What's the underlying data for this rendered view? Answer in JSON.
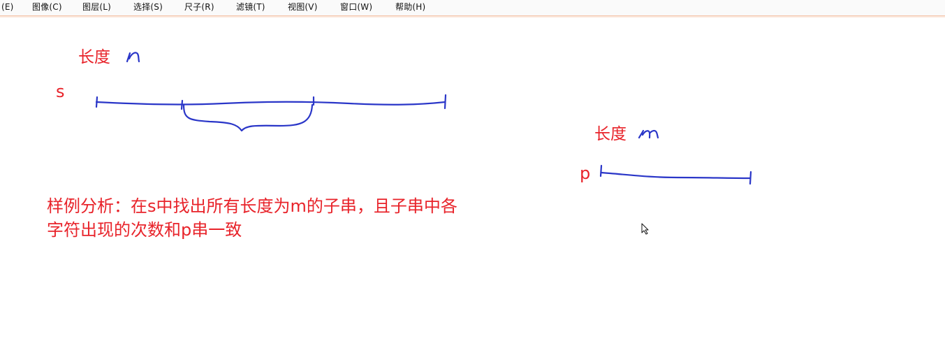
{
  "menu": {
    "items": [
      {
        "label": "(E)"
      },
      {
        "label": "图像(C)"
      },
      {
        "label": "图层(L)"
      },
      {
        "label": "选择(S)"
      },
      {
        "label": "尺子(R)"
      },
      {
        "label": "滤镜(T)"
      },
      {
        "label": "视图(V)"
      },
      {
        "label": "窗口(W)"
      },
      {
        "label": "帮助(H)"
      }
    ]
  },
  "canvas": {
    "s_length_label": "长度",
    "s_length_var": "n",
    "s_label": "s",
    "p_length_label": "长度",
    "p_length_var": "m",
    "p_label": "p",
    "description": [
      "样例分析：在s中找出所有长度为m的子串，且子串中各",
      "字符出现的次数和p串一致"
    ]
  },
  "colors": {
    "text_red": "#e8232a",
    "ink_blue": "#2a36c8"
  },
  "icons": {
    "cursor": "pointer-cursor-icon"
  }
}
